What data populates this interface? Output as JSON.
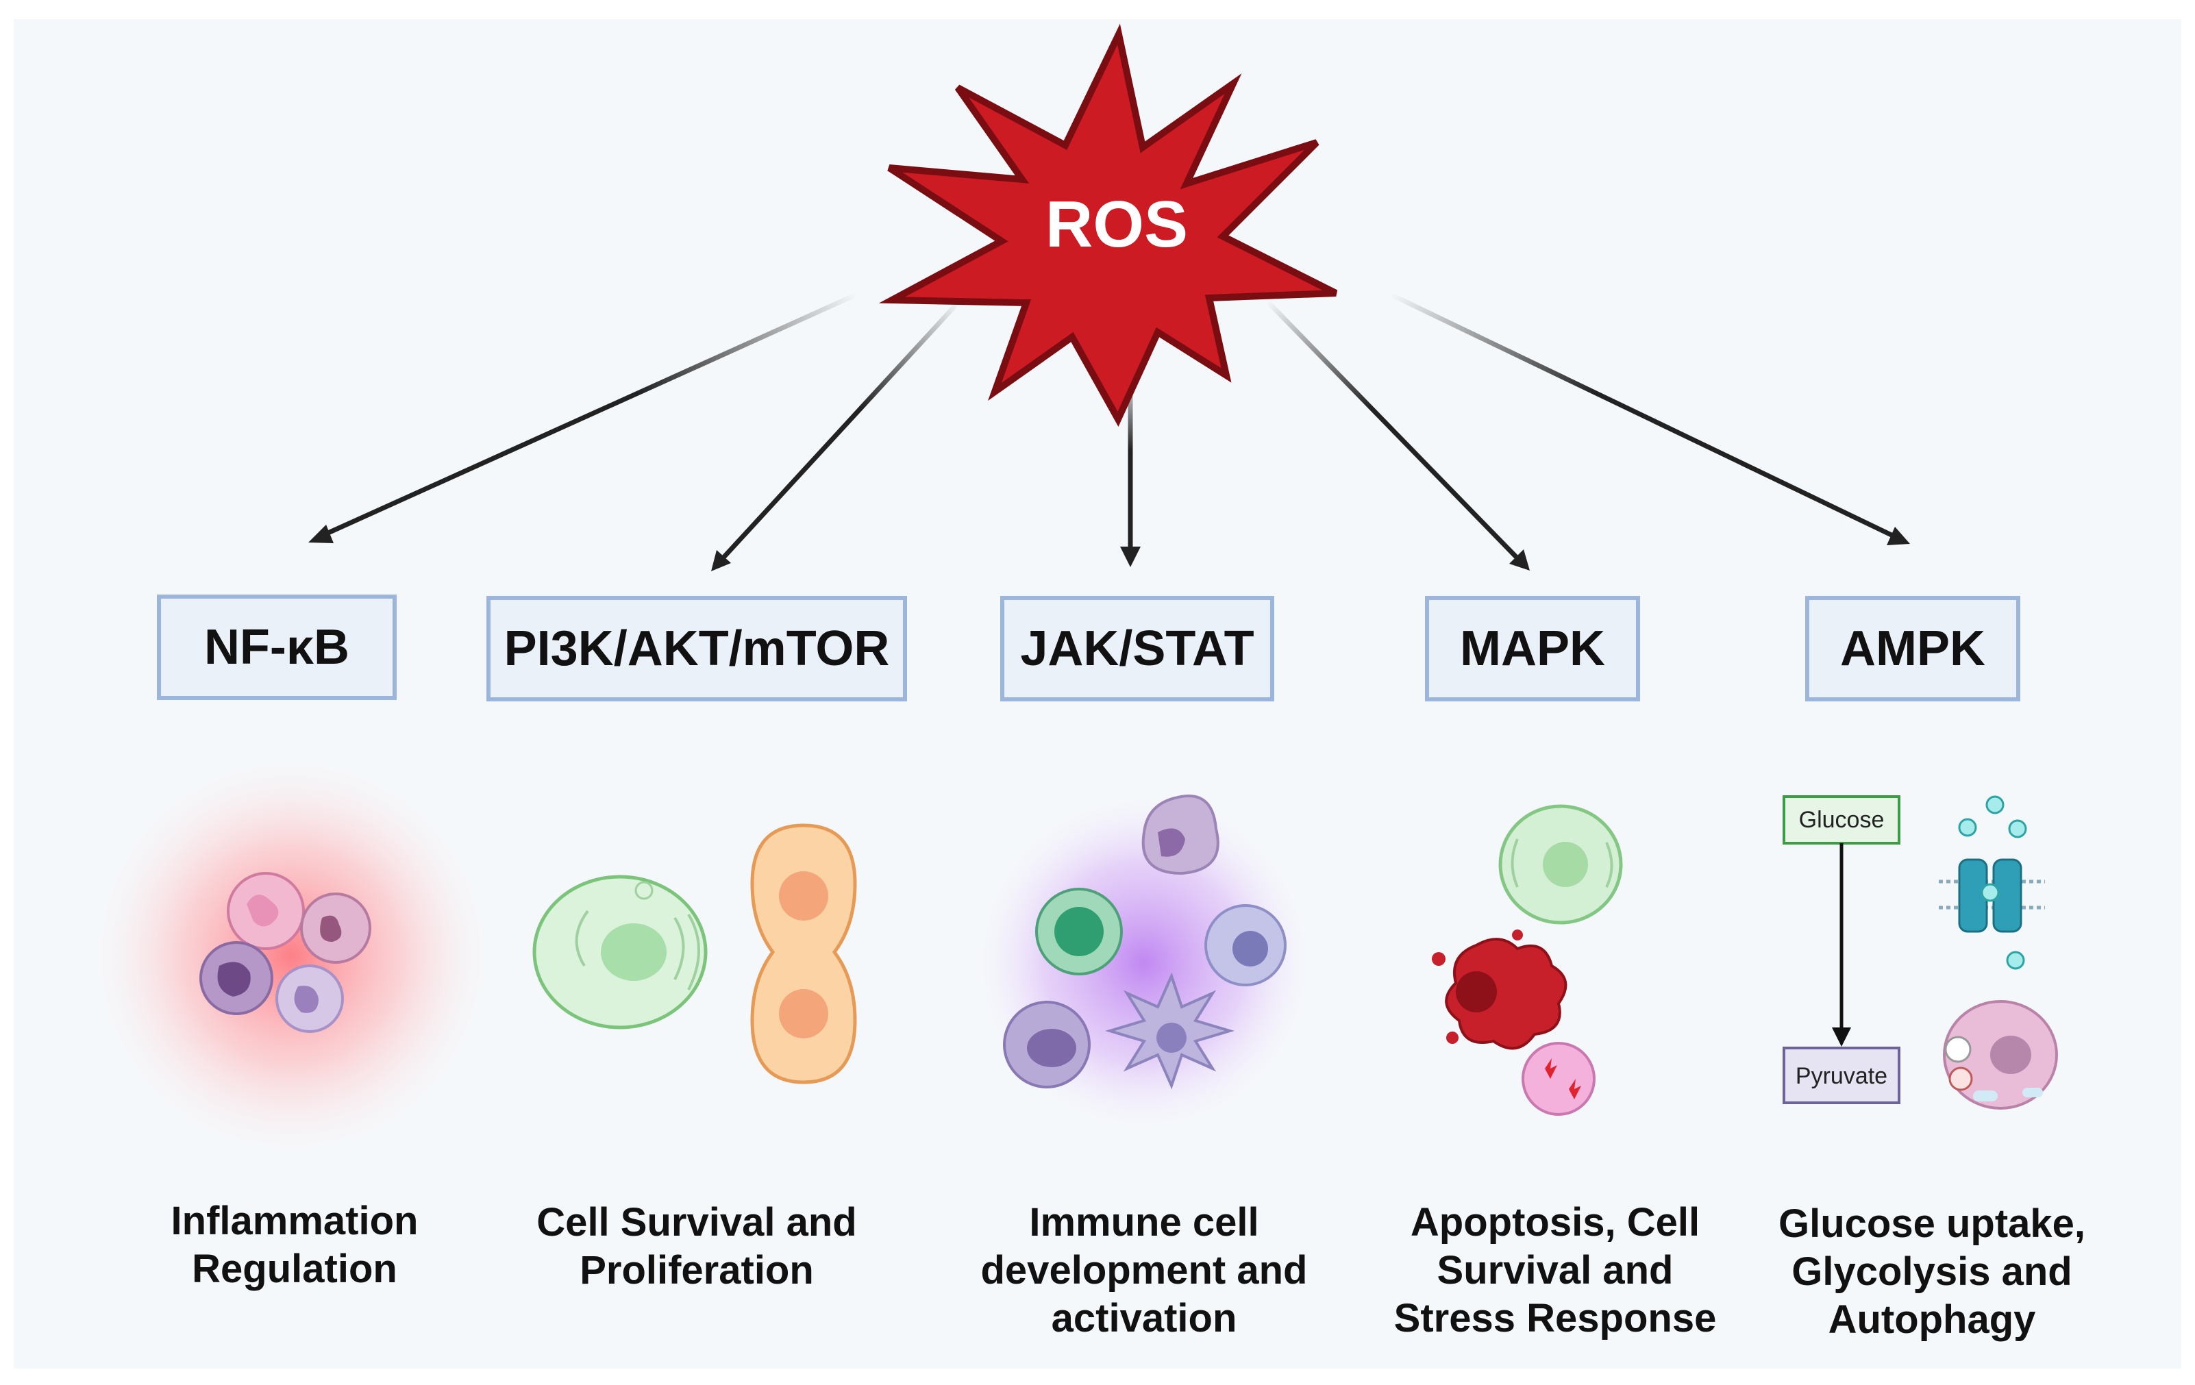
{
  "center": {
    "label": "ROS"
  },
  "pathways": [
    {
      "label": "NF-κB",
      "caption": [
        "Inflammation",
        "Regulation"
      ]
    },
    {
      "label": "PI3K/AKT/mTOR",
      "caption": [
        "Cell Survival and",
        "Proliferation"
      ]
    },
    {
      "label": "JAK/STAT",
      "caption": [
        "Immune cell",
        "development and",
        "activation"
      ]
    },
    {
      "label": "MAPK",
      "caption": [
        "Apoptosis, Cell",
        "Survival and",
        "Stress Response"
      ]
    },
    {
      "label": "AMPK",
      "caption": [
        "Glucose uptake,",
        "Glycolysis and",
        "Autophagy"
      ]
    }
  ],
  "ampk_panel": {
    "glucose": "Glucose",
    "pyruvate": "Pyruvate"
  },
  "colors": {
    "ros_fill": "#cc1b23",
    "ros_stroke": "#7a0d12",
    "box_fill": "#ebf1f9",
    "box_border": "#9cb6db",
    "background": "#f5f8fb"
  }
}
